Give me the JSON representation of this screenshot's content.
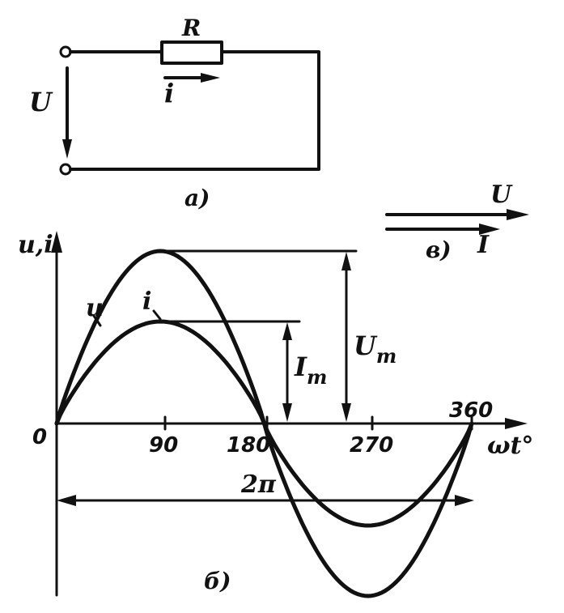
{
  "circuit": {
    "resistor_label": "R",
    "current_label": "i",
    "voltage_label": "U",
    "caption": "а)"
  },
  "graph": {
    "y_axis_label": "u,i",
    "x_axis_label": "ωt°",
    "origin_label": "0",
    "ticks": [
      "90",
      "180",
      "270",
      "360"
    ],
    "voltage_curve_label": "u",
    "current_curve_label": "i",
    "voltage_amplitude_label": "U",
    "voltage_amplitude_sub": "m",
    "current_amplitude_label": "I",
    "current_amplitude_sub": "m",
    "period_label": "2π",
    "caption": "б)"
  },
  "phasor": {
    "voltage_label": "U",
    "current_label": "I",
    "caption": "в)"
  },
  "colors": {
    "ink": "#111111",
    "background": "#ffffff"
  }
}
